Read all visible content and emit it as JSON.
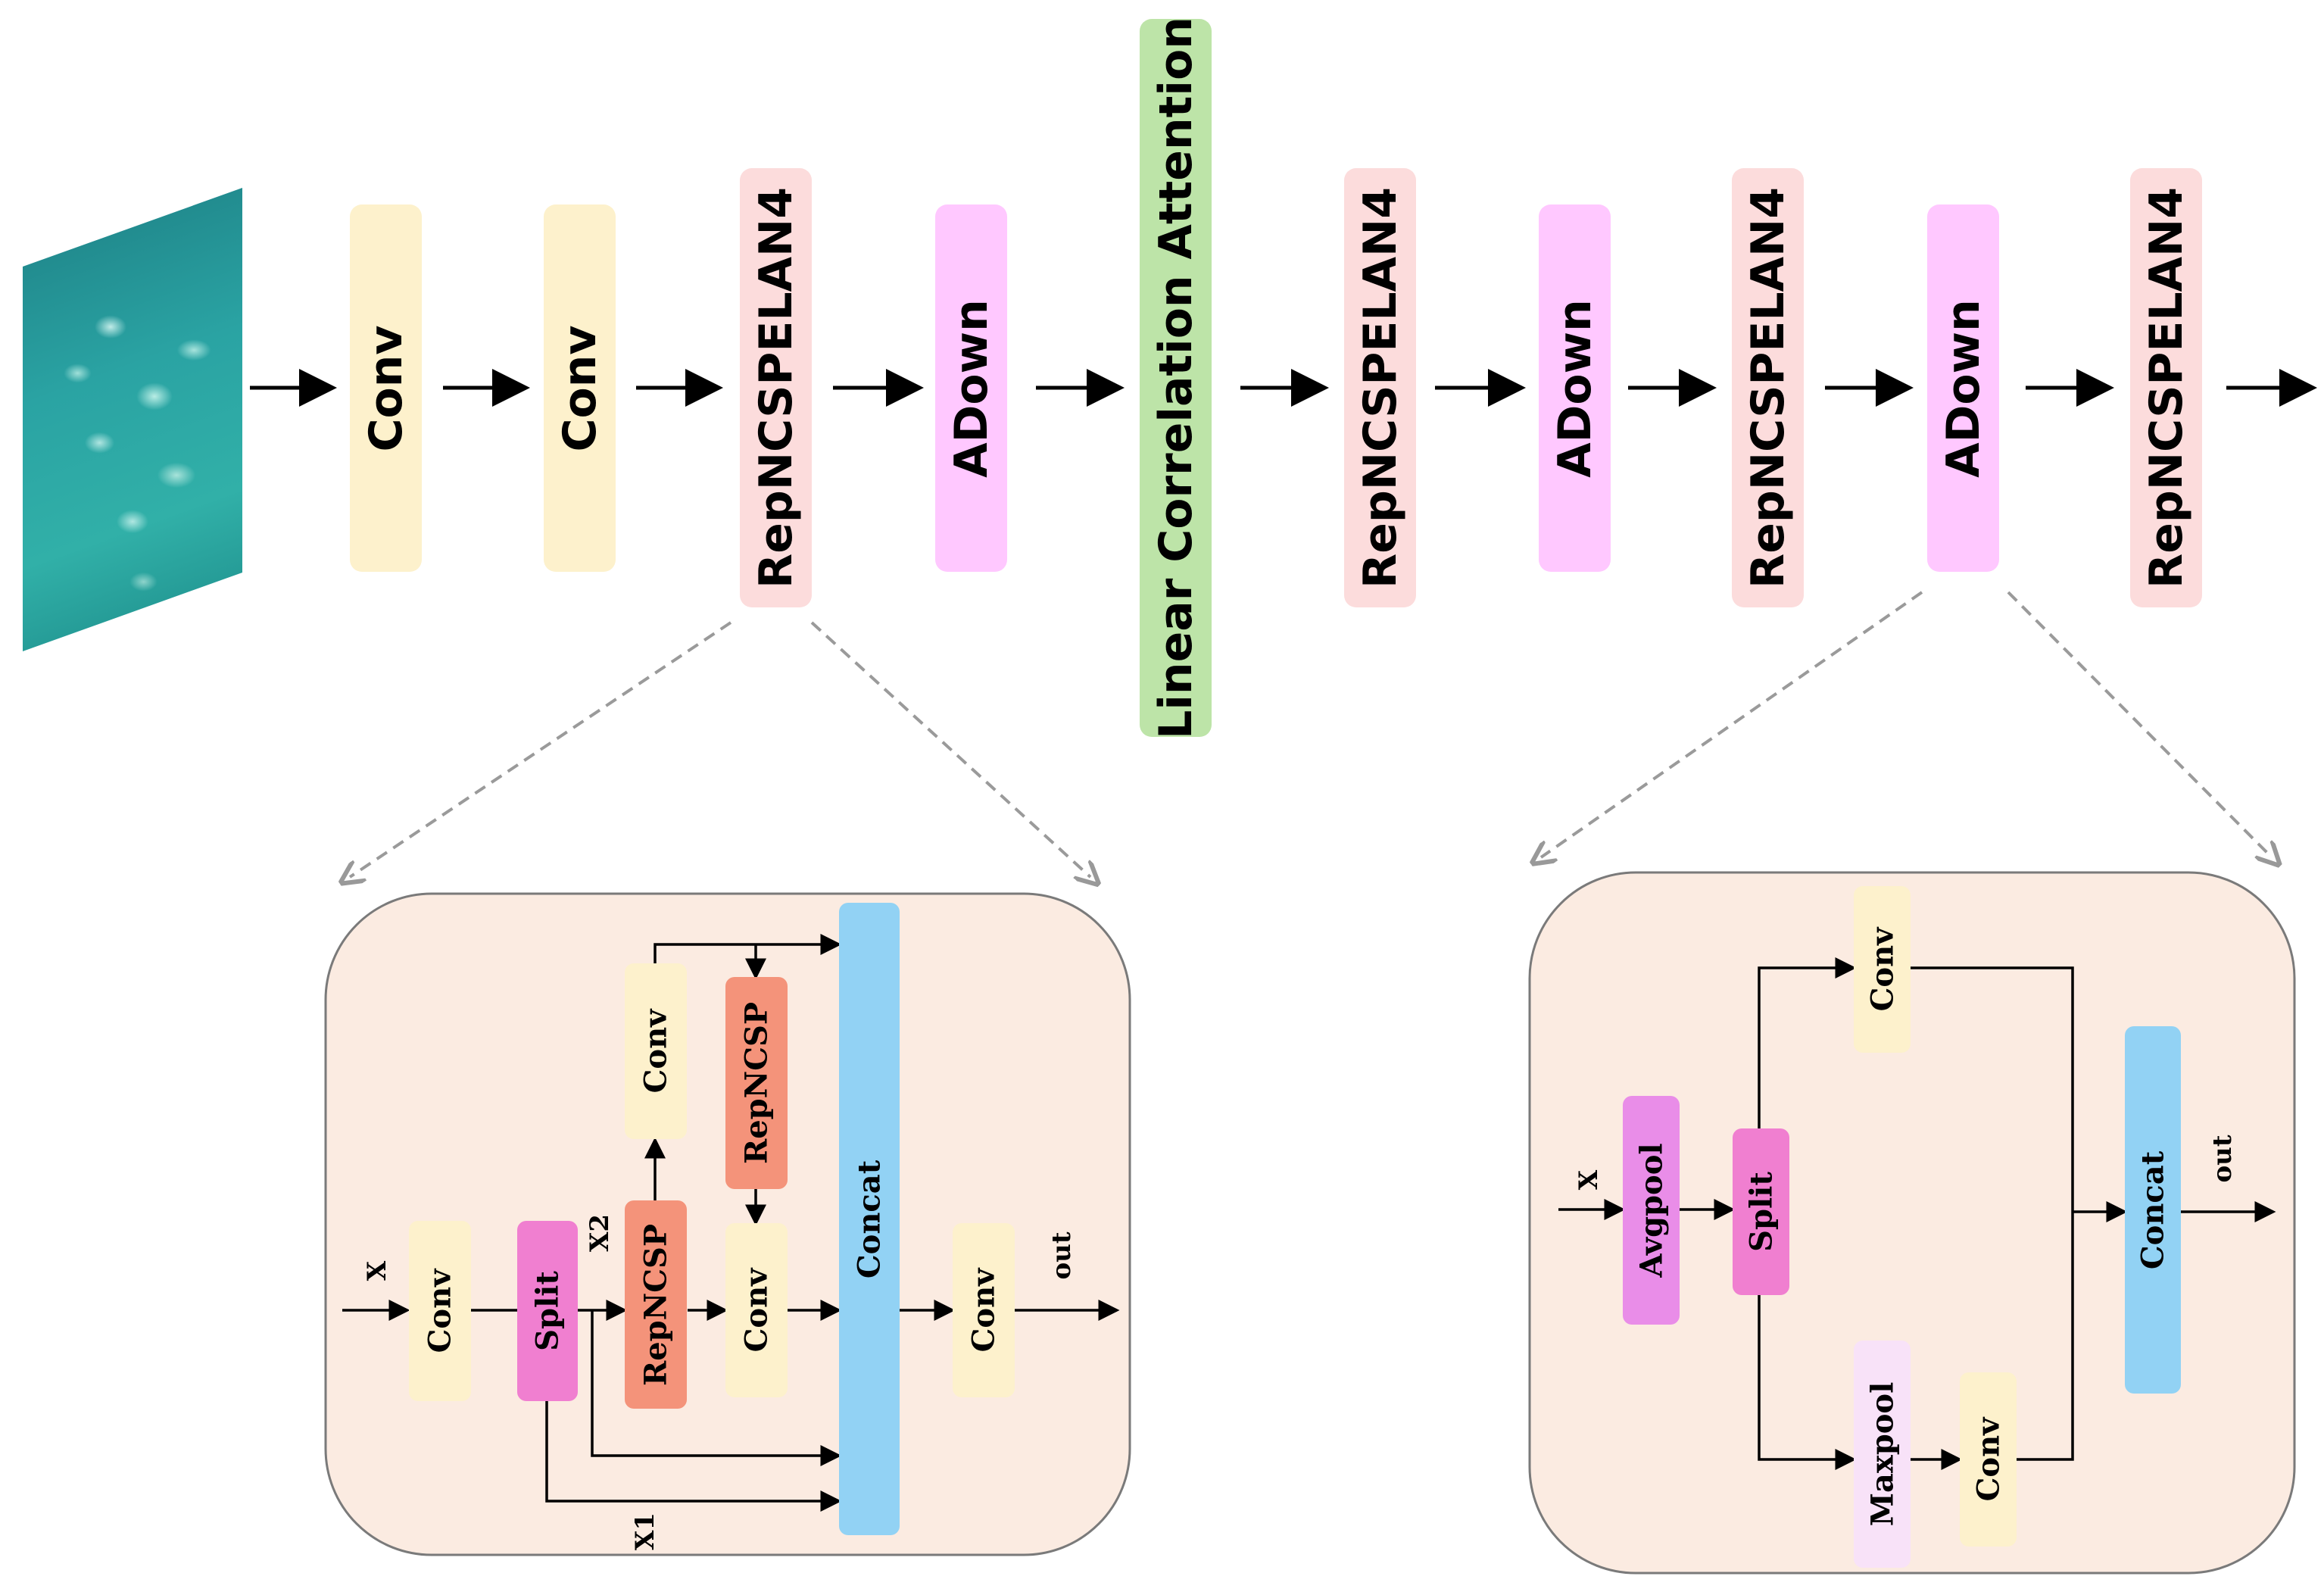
{
  "main_row": {
    "conv1": "Conv",
    "conv2": "Conv",
    "rep1": "RepNCSPELAN4",
    "adown1": "ADown",
    "lca": "Linear Correlation Attention",
    "rep2": "RepNCSPELAN4",
    "adown2": "ADown",
    "rep3": "RepNCSPELAN4",
    "adown3": "ADown",
    "rep4": "RepNCSPELAN4"
  },
  "rep_detail": {
    "input_label": "X",
    "conv_in": "Conv",
    "split": "Split",
    "x2_label": "X2",
    "x1_label": "X1",
    "repncsp_a": "RepNCSP",
    "conv_top": "Conv",
    "repncsp_b": "RepNCSP",
    "conv_mid": "Conv",
    "concat": "Concat",
    "conv_out": "Conv",
    "output_label": "out"
  },
  "adown_detail": {
    "input_label": "X",
    "avgpool": "Avgpool",
    "split": "Split",
    "conv_top": "Conv",
    "maxpool": "Maxpool",
    "conv_bottom": "Conv",
    "concat": "Concat",
    "output_label": "out"
  },
  "colors": {
    "conv": "#fdf1cc",
    "rep": "#fcdcdc",
    "adown": "#ffc8ff",
    "lca": "#bde4a8",
    "panel": "#fbebe1",
    "split": "#f07fd0",
    "repncsp": "#f4937a",
    "concat": "#92d2f4",
    "avgpool": "#e98de8",
    "maxpool": "#f8e2f8"
  }
}
